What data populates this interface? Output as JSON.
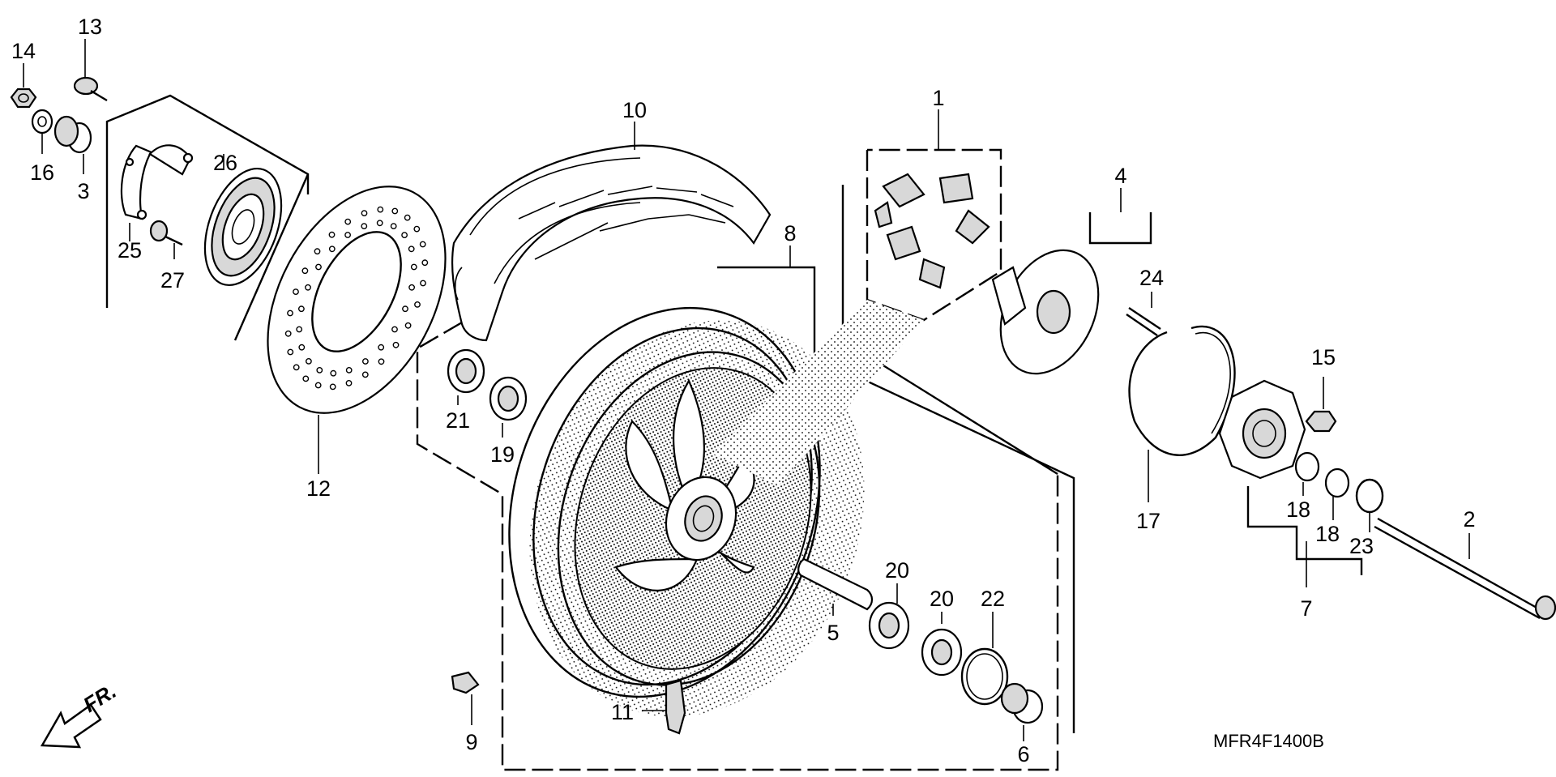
{
  "diagram_code": "MFR4F1400B",
  "direction_label": "FR.",
  "callouts": {
    "p1": "1",
    "p2": "2",
    "p3": "3",
    "p4": "4",
    "p5": "5",
    "p6": "6",
    "p7": "7",
    "p8": "8",
    "p9": "9",
    "p10": "10",
    "p11": "11",
    "p12": "12",
    "p13": "13",
    "p14": "14",
    "p15": "15",
    "p16": "16",
    "p17": "17",
    "p18a": "18",
    "p18b": "18",
    "p19": "19",
    "p20a": "20",
    "p20b": "20",
    "p21": "21",
    "p22": "22",
    "p23": "23",
    "p24": "24",
    "p25": "25",
    "p26": "26",
    "p27": "27"
  }
}
